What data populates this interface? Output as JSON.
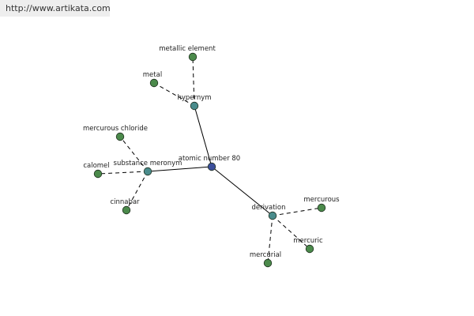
{
  "source_link": "http://www.artikata.com",
  "colors": {
    "center_node": "#3c4f9c",
    "relation_node": "#4a8c8c",
    "word_node": "#4b8a4b",
    "edge": "#000000"
  },
  "graph": {
    "nodes": [
      {
        "id": "center",
        "label": "atomic number 80",
        "kind": "center"
      },
      {
        "id": "hypernym",
        "label": "hypernym",
        "kind": "relation"
      },
      {
        "id": "substance_meronym",
        "label": "substance meronym",
        "kind": "relation"
      },
      {
        "id": "derivation",
        "label": "derivation",
        "kind": "relation"
      },
      {
        "id": "metallic_element",
        "label": "metallic element",
        "kind": "word"
      },
      {
        "id": "metal",
        "label": "metal",
        "kind": "word"
      },
      {
        "id": "mercurous_chloride",
        "label": "mercurous chloride",
        "kind": "word"
      },
      {
        "id": "calomel",
        "label": "calomel",
        "kind": "word"
      },
      {
        "id": "cinnabar",
        "label": "cinnabar",
        "kind": "word"
      },
      {
        "id": "mercurous",
        "label": "mercurous",
        "kind": "word"
      },
      {
        "id": "mercuric",
        "label": "mercuric",
        "kind": "word"
      },
      {
        "id": "mercurial",
        "label": "mercurial",
        "kind": "word"
      }
    ],
    "edges": [
      {
        "from": "center",
        "to": "hypernym",
        "style": "solid"
      },
      {
        "from": "center",
        "to": "substance_meronym",
        "style": "solid"
      },
      {
        "from": "center",
        "to": "derivation",
        "style": "solid"
      },
      {
        "from": "hypernym",
        "to": "metallic_element",
        "style": "dashed"
      },
      {
        "from": "hypernym",
        "to": "metal",
        "style": "dashed"
      },
      {
        "from": "substance_meronym",
        "to": "mercurous_chloride",
        "style": "dashed"
      },
      {
        "from": "substance_meronym",
        "to": "calomel",
        "style": "dashed"
      },
      {
        "from": "substance_meronym",
        "to": "cinnabar",
        "style": "dashed"
      },
      {
        "from": "derivation",
        "to": "mercurous",
        "style": "dashed"
      },
      {
        "from": "derivation",
        "to": "mercuric",
        "style": "dashed"
      },
      {
        "from": "derivation",
        "to": "mercurial",
        "style": "dashed"
      }
    ]
  }
}
